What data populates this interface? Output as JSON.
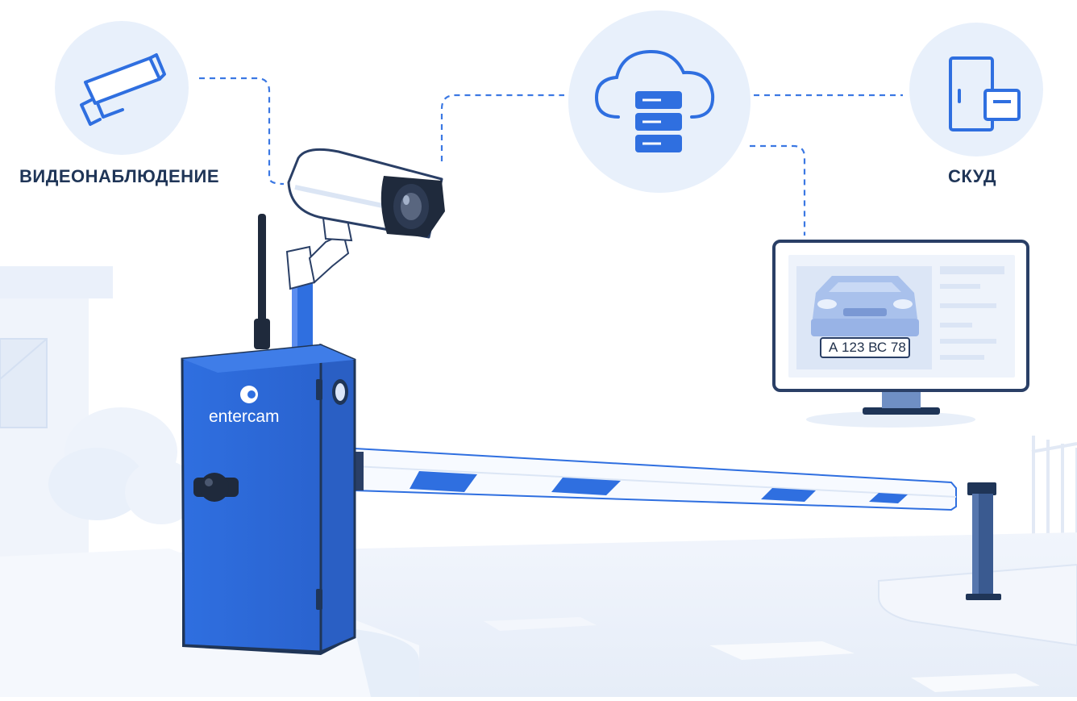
{
  "labels": {
    "video_surveillance": "ВИДЕОНАБЛЮДЕНИЕ",
    "access_control": "СКУД"
  },
  "barrier": {
    "brand": "entercam"
  },
  "monitor": {
    "license_plate": "А 123 ВС 78"
  },
  "colors": {
    "primary_blue": "#2f6fe0",
    "dark_blue": "#1f3557",
    "pale_blue": "#e8f0fb"
  },
  "icons": [
    "cctv-camera-icon",
    "cloud-server-icon",
    "door-access-icon"
  ]
}
